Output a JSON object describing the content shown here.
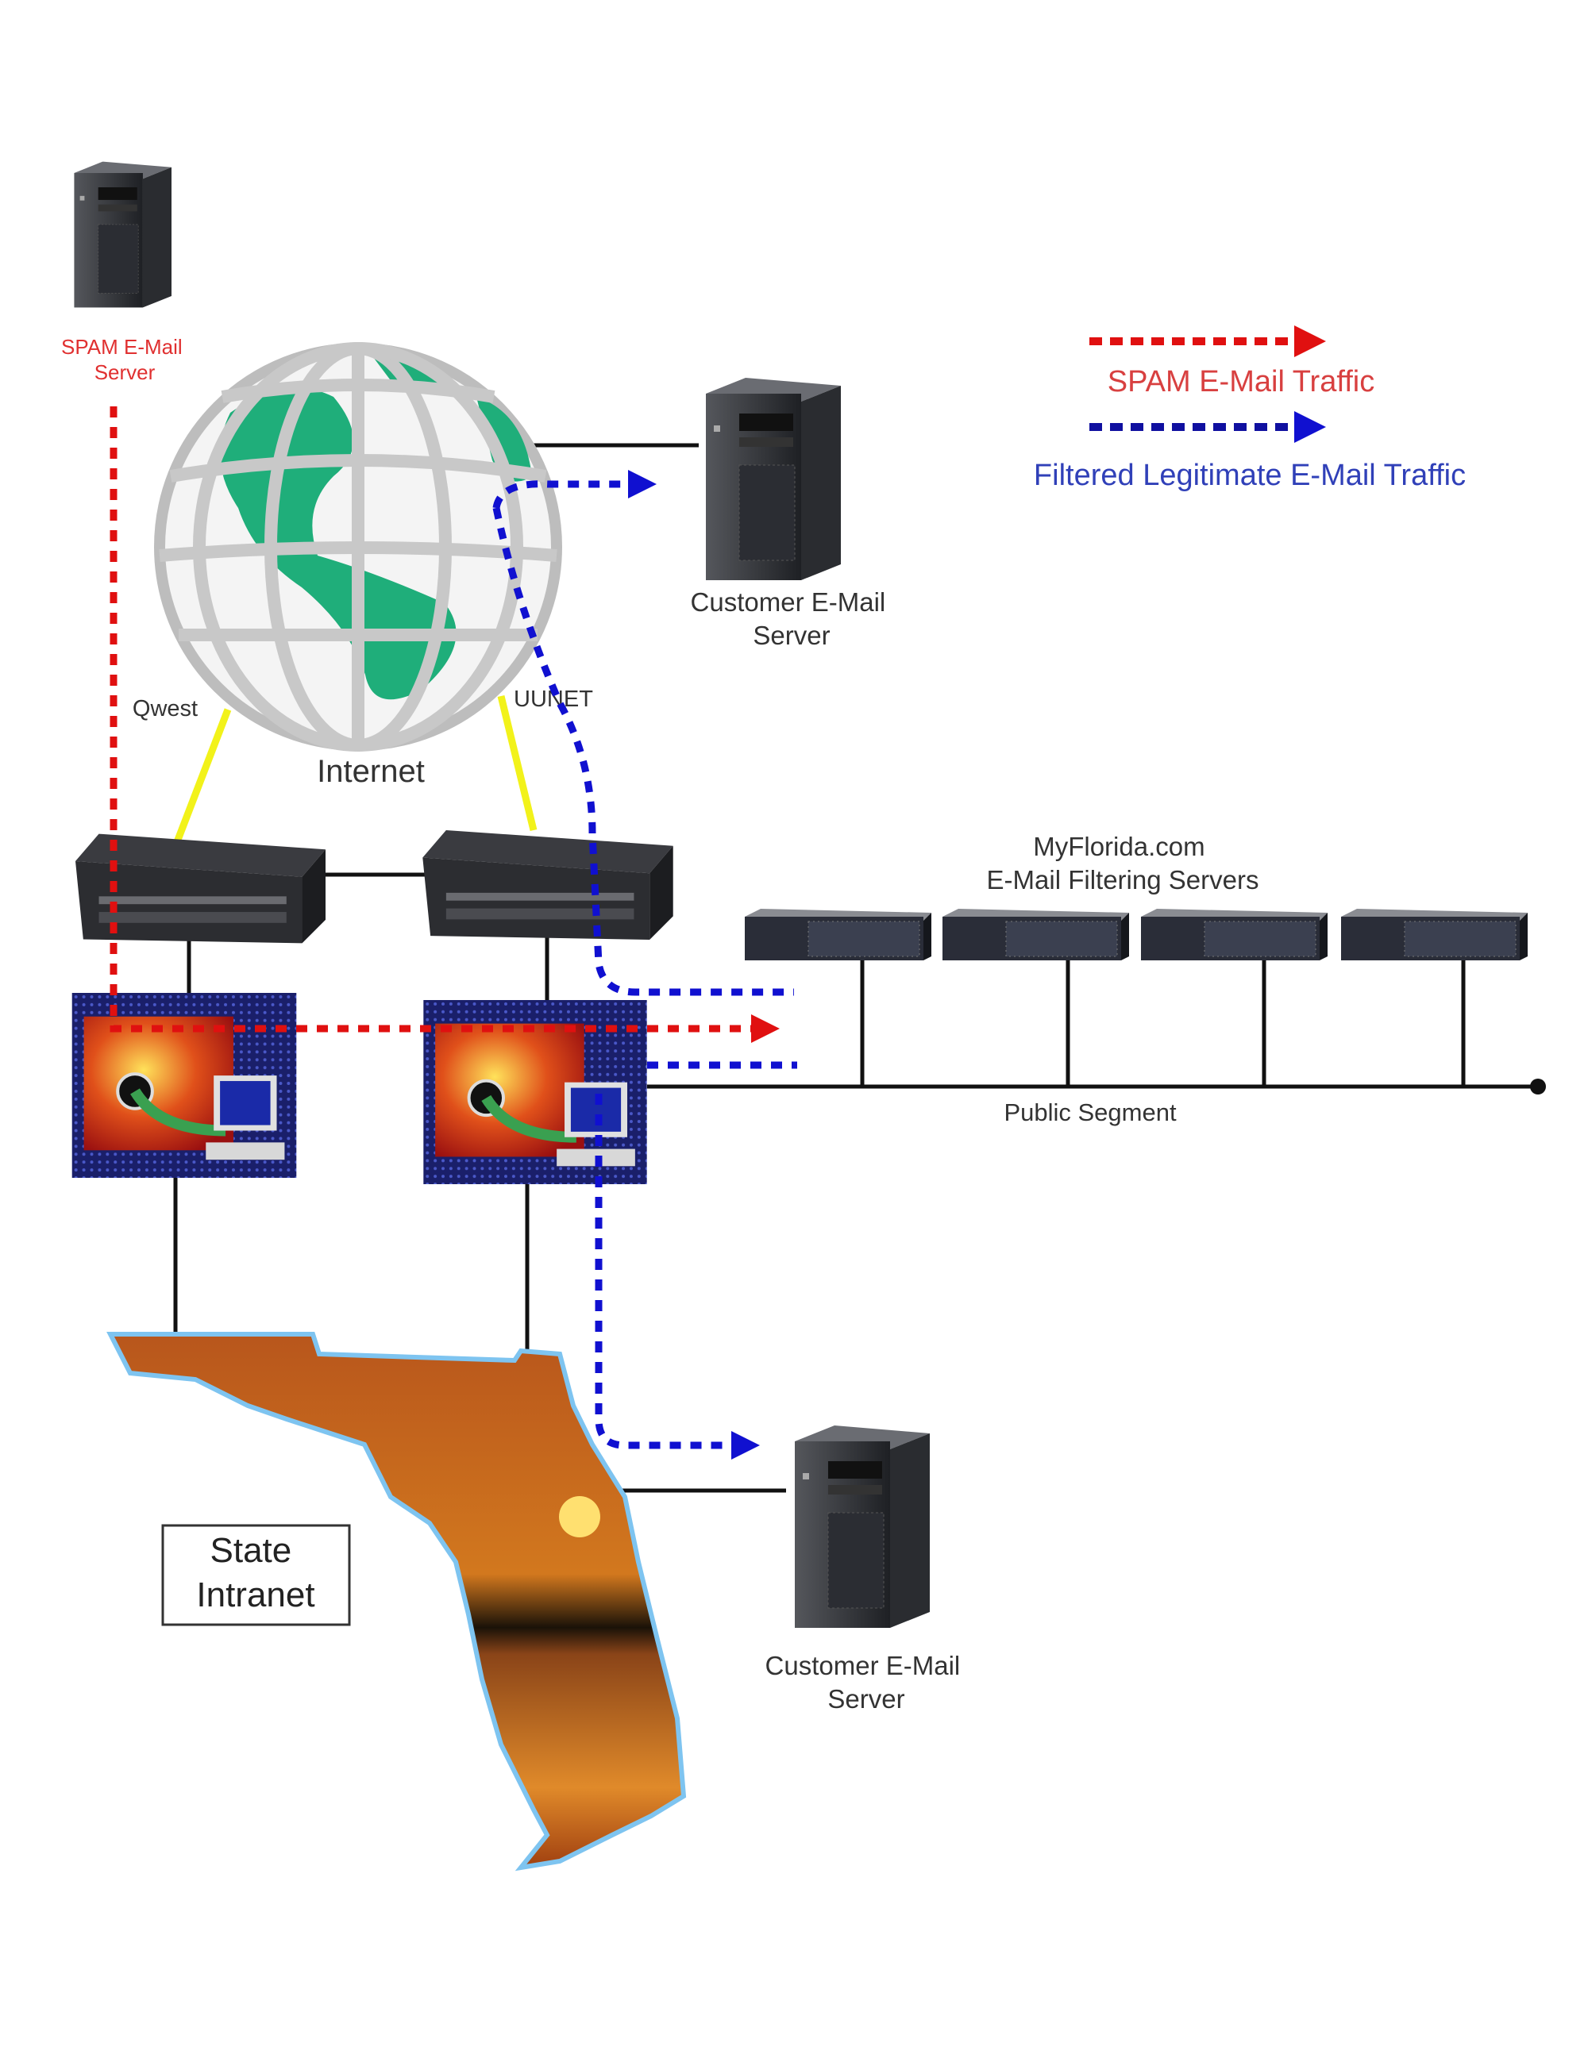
{
  "spam_server": {
    "label_line1": "SPAM E-Mail",
    "label_line2": "Server"
  },
  "internet": {
    "label": "Internet",
    "isp_left": "Qwest",
    "isp_right": "UUNET"
  },
  "customer_server_top": {
    "label_line1": "Customer E-Mail",
    "label_line2": "Server"
  },
  "customer_server_bottom": {
    "label_line1": "Customer E-Mail",
    "label_line2": "Server"
  },
  "legend": {
    "spam": {
      "label": "SPAM E-Mail Traffic",
      "color": "#e01010"
    },
    "legit": {
      "label": "Filtered Legitimate E-Mail Traffic",
      "color": "#1010d0"
    }
  },
  "filtering_servers": {
    "label_line1": "MyFlorida.com",
    "label_line2": "E-Mail Filtering Servers",
    "count": 4
  },
  "public_segment": {
    "label": "Public Segment"
  },
  "state_intranet": {
    "label_line1": "State",
    "label_line2": "Intranet"
  },
  "colors": {
    "isp_link": "#f2f21a",
    "globe_land": "#1fae7a",
    "globe_grid": "#c8c8c8"
  }
}
